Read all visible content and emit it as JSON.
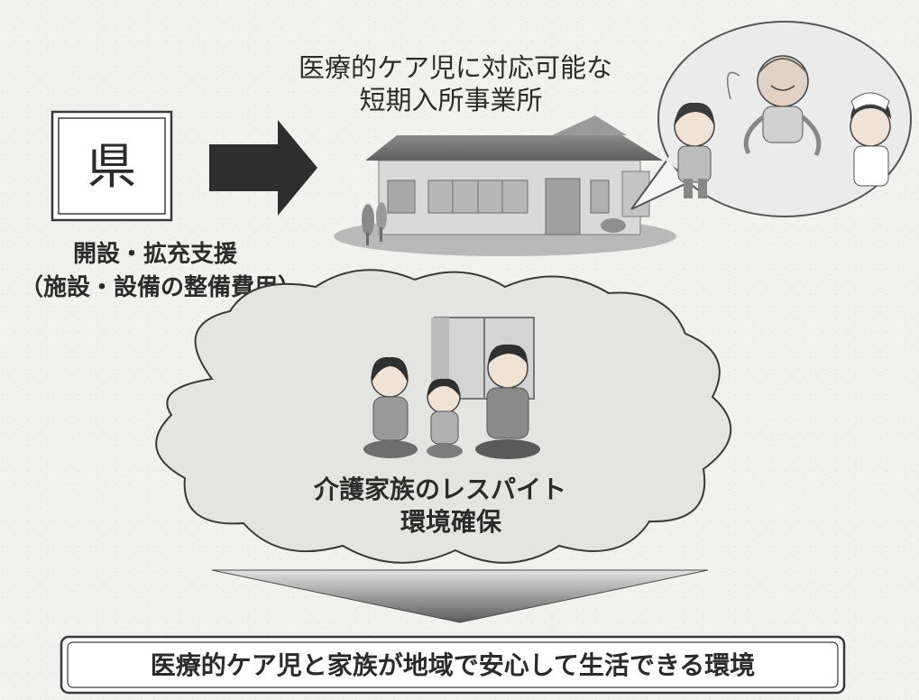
{
  "diagram": {
    "prefecture_label": "県",
    "facility_title_line1": "医療的ケア児に対応可能な",
    "facility_title_line2": "短期入所事業所",
    "support_line1": "開設・拡充支援",
    "support_line2": "（施設・設備の整備費用）",
    "family_line1": "介護家族のレスパイト",
    "family_line2": "環境確保",
    "outcome": "医療的ケア児と家族が地域で安心して生活できる環境"
  }
}
